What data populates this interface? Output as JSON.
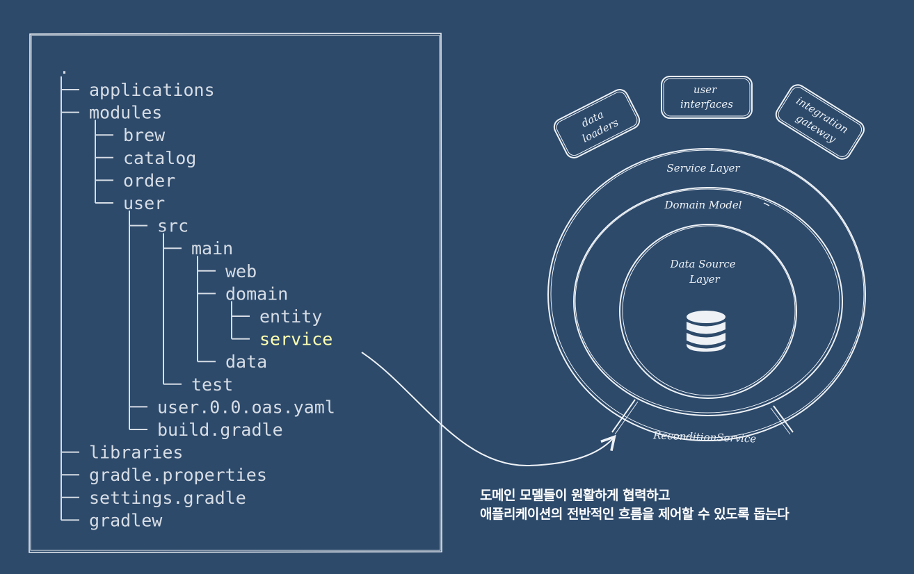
{
  "file_tree": {
    "root": ".",
    "entries": [
      {
        "name": "applications",
        "depth": 0
      },
      {
        "name": "modules",
        "depth": 0
      },
      {
        "name": "brew",
        "depth": 1
      },
      {
        "name": "catalog",
        "depth": 1
      },
      {
        "name": "order",
        "depth": 1
      },
      {
        "name": "user",
        "depth": 1
      },
      {
        "name": "src",
        "depth": 2
      },
      {
        "name": "main",
        "depth": 3
      },
      {
        "name": "web",
        "depth": 4
      },
      {
        "name": "domain",
        "depth": 4
      },
      {
        "name": "entity",
        "depth": 5
      },
      {
        "name": "service",
        "depth": 5,
        "highlight": true
      },
      {
        "name": "data",
        "depth": 4
      },
      {
        "name": "test",
        "depth": 3
      },
      {
        "name": "user.0.0.oas.yaml",
        "depth": 2
      },
      {
        "name": "build.gradle",
        "depth": 2
      },
      {
        "name": "libraries",
        "depth": 0
      },
      {
        "name": "gradle.properties",
        "depth": 0
      },
      {
        "name": "settings.gradle",
        "depth": 0
      },
      {
        "name": "gradlew",
        "depth": 0
      }
    ]
  },
  "architecture": {
    "outer_boxes": {
      "data_loaders": [
        "data",
        "loaders"
      ],
      "user_interfaces": [
        "user",
        "interfaces"
      ],
      "integration_gateway": [
        "integration",
        "gateway"
      ]
    },
    "rings": {
      "service_layer": "Service Layer",
      "domain_model": "Domain Model",
      "data_source": [
        "Data Source",
        "Layer"
      ]
    },
    "highlighted_segment": "ReconditionService",
    "core_icon": "database-icon"
  },
  "caption": {
    "line1": "도메인 모델들이 원활하게 협력하고",
    "line2": "애플리케이션의 전반적인 흐름을 제어할 수 있도록 돕는다"
  },
  "colors": {
    "background": "#2d4a6b",
    "text": "#d7dde5",
    "highlight": "#ffffb0",
    "stroke": "#eef2f6"
  }
}
